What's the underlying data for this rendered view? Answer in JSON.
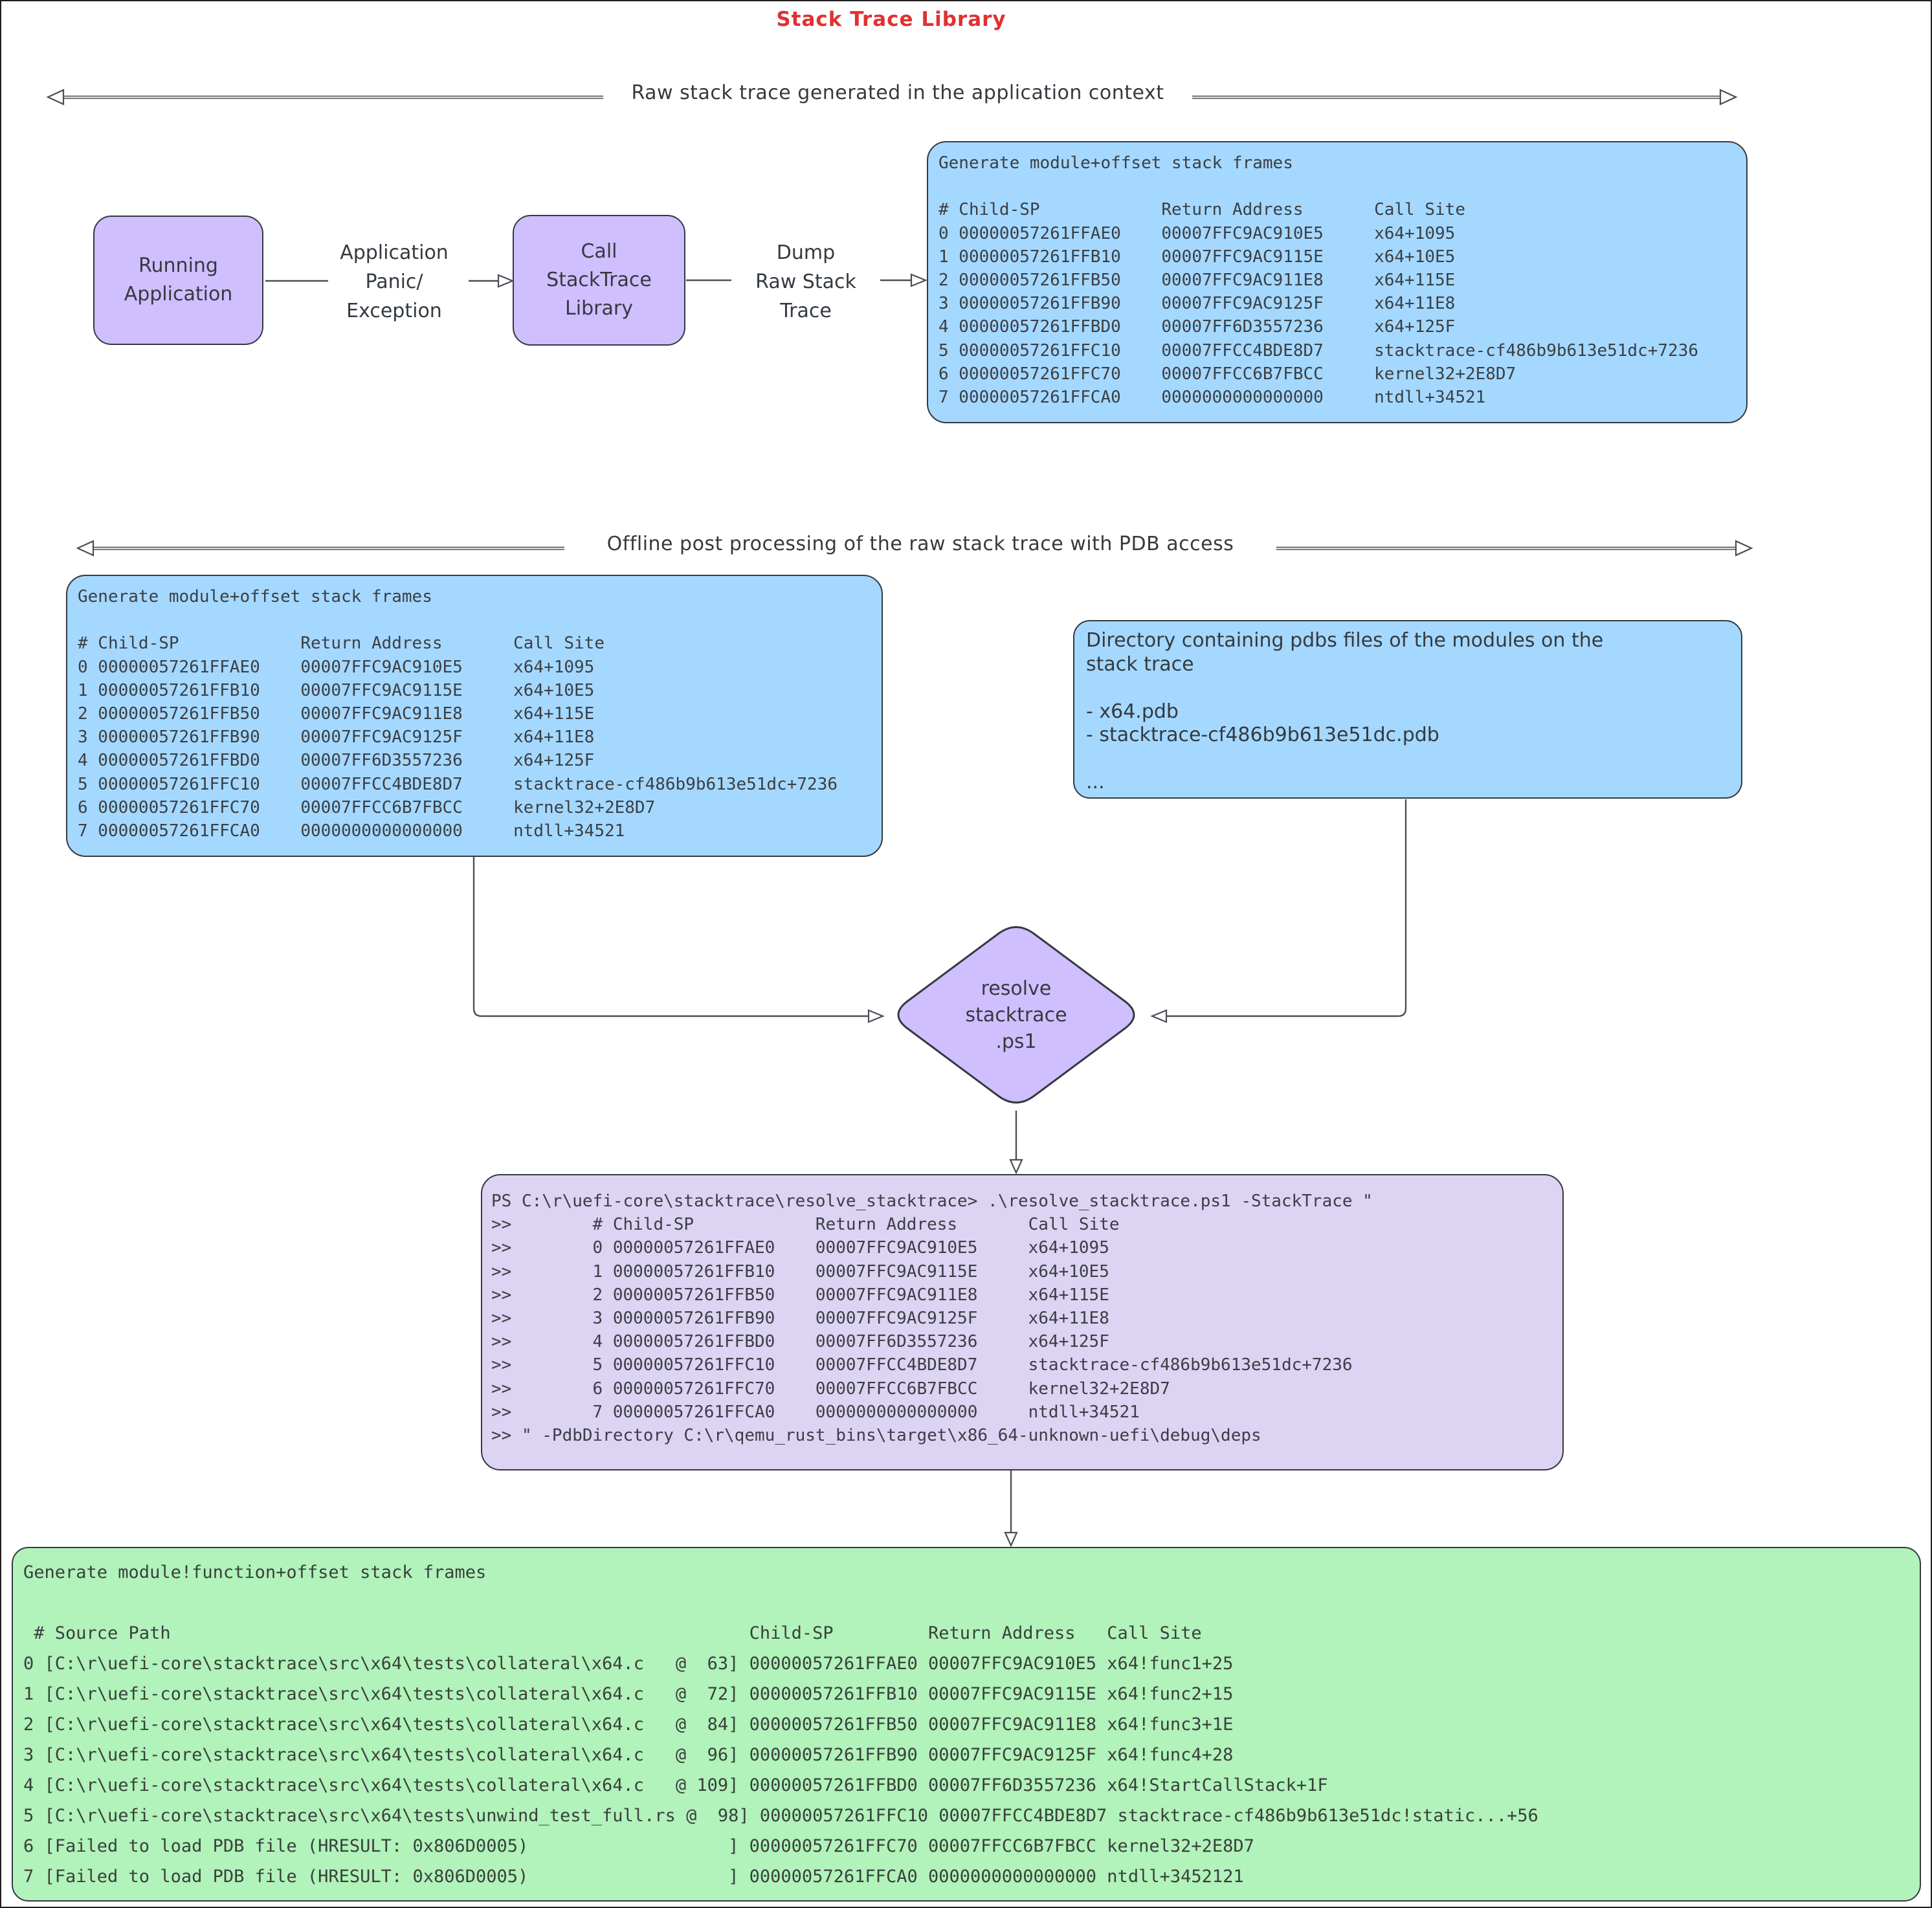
{
  "title": "Stack Trace Library",
  "sections": {
    "raw": {
      "label": "Raw stack trace generated in the application context"
    },
    "offline": {
      "label": "Offline post processing of the raw stack trace with PDB access"
    }
  },
  "flow": {
    "running_app": [
      "Running",
      "Application"
    ],
    "panic_label": [
      "Application",
      "Panic/",
      "Exception"
    ],
    "call_lib": [
      "Call",
      "StackTrace",
      "Library"
    ],
    "dump_label": [
      "Dump",
      "Raw Stack",
      "Trace"
    ]
  },
  "trace": {
    "lines": [
      "Generate module+offset stack frames",
      "",
      "# Child-SP            Return Address       Call Site",
      "0 00000057261FFAE0    00007FFC9AC910E5     x64+1095",
      "1 00000057261FFB10    00007FFC9AC9115E     x64+10E5",
      "2 00000057261FFB50    00007FFC9AC911E8     x64+115E",
      "3 00000057261FFB90    00007FFC9AC9125F     x64+11E8",
      "4 00000057261FFBD0    00007FF6D3557236     x64+125F",
      "5 00000057261FFC10    00007FFCC4BDE8D7     stacktrace-cf486b9b613e51dc+7236",
      "6 00000057261FFC70    00007FFCC6B7FBCC     kernel32+2E8D7",
      "7 00000057261FFCA0    0000000000000000     ntdll+34521"
    ]
  },
  "pdb_box": {
    "lines": [
      "Directory containing pdbs files of the modules on the",
      "stack trace",
      "",
      "- x64.pdb",
      "- stacktrace-cf486b9b613e51dc.pdb",
      "",
      "..."
    ]
  },
  "resolve_diamond": [
    "resolve",
    "stacktrace",
    ".ps1"
  ],
  "ps_box": {
    "lines": [
      "PS C:\\r\\uefi-core\\stacktrace\\resolve_stacktrace> .\\resolve_stacktrace.ps1 -StackTrace \"",
      ">>        # Child-SP            Return Address       Call Site",
      ">>        0 00000057261FFAE0    00007FFC9AC910E5     x64+1095",
      ">>        1 00000057261FFB10    00007FFC9AC9115E     x64+10E5",
      ">>        2 00000057261FFB50    00007FFC9AC911E8     x64+115E",
      ">>        3 00000057261FFB90    00007FFC9AC9125F     x64+11E8",
      ">>        4 00000057261FFBD0    00007FF6D3557236     x64+125F",
      ">>        5 00000057261FFC10    00007FFCC4BDE8D7     stacktrace-cf486b9b613e51dc+7236",
      ">>        6 00000057261FFC70    00007FFCC6B7FBCC     kernel32+2E8D7",
      ">>        7 00000057261FFCA0    0000000000000000     ntdll+34521",
      ">> \" -PdbDirectory C:\\r\\qemu_rust_bins\\target\\x86_64-unknown-uefi\\debug\\deps"
    ]
  },
  "resolved_box": {
    "lines": [
      "Generate module!function+offset stack frames",
      "",
      " # Source Path                                                       Child-SP         Return Address   Call Site",
      "0 [C:\\r\\uefi-core\\stacktrace\\src\\x64\\tests\\collateral\\x64.c   @  63] 00000057261FFAE0 00007FFC9AC910E5 x64!func1+25",
      "1 [C:\\r\\uefi-core\\stacktrace\\src\\x64\\tests\\collateral\\x64.c   @  72] 00000057261FFB10 00007FFC9AC9115E x64!func2+15",
      "2 [C:\\r\\uefi-core\\stacktrace\\src\\x64\\tests\\collateral\\x64.c   @  84] 00000057261FFB50 00007FFC9AC911E8 x64!func3+1E",
      "3 [C:\\r\\uefi-core\\stacktrace\\src\\x64\\tests\\collateral\\x64.c   @  96] 00000057261FFB90 00007FFC9AC9125F x64!func4+28",
      "4 [C:\\r\\uefi-core\\stacktrace\\src\\x64\\tests\\collateral\\x64.c   @ 109] 00000057261FFBD0 00007FF6D3557236 x64!StartCallStack+1F",
      "5 [C:\\r\\uefi-core\\stacktrace\\src\\x64\\tests\\unwind_test_full.rs @  98] 00000057261FFC10 00007FFCC4BDE8D7 stacktrace-cf486b9b613e51dc!static...+56",
      "6 [Failed to load PDB file (HRESULT: 0x806D0005)                   ] 00000057261FFC70 00007FFCC6B7FBCC kernel32+2E8D7",
      "7 [Failed to load PDB file (HRESULT: 0x806D0005)                   ] 00000057261FFCA0 0000000000000000 ntdll+3452121"
    ]
  },
  "colors": {
    "title_red": "#e03131",
    "blue_fill": "#a5d8ff",
    "purple_fill": "#d0bfff",
    "purple_light_fill": "#ddd3f3",
    "green_fill": "#b2f2bb",
    "stroke": "#343a40"
  }
}
